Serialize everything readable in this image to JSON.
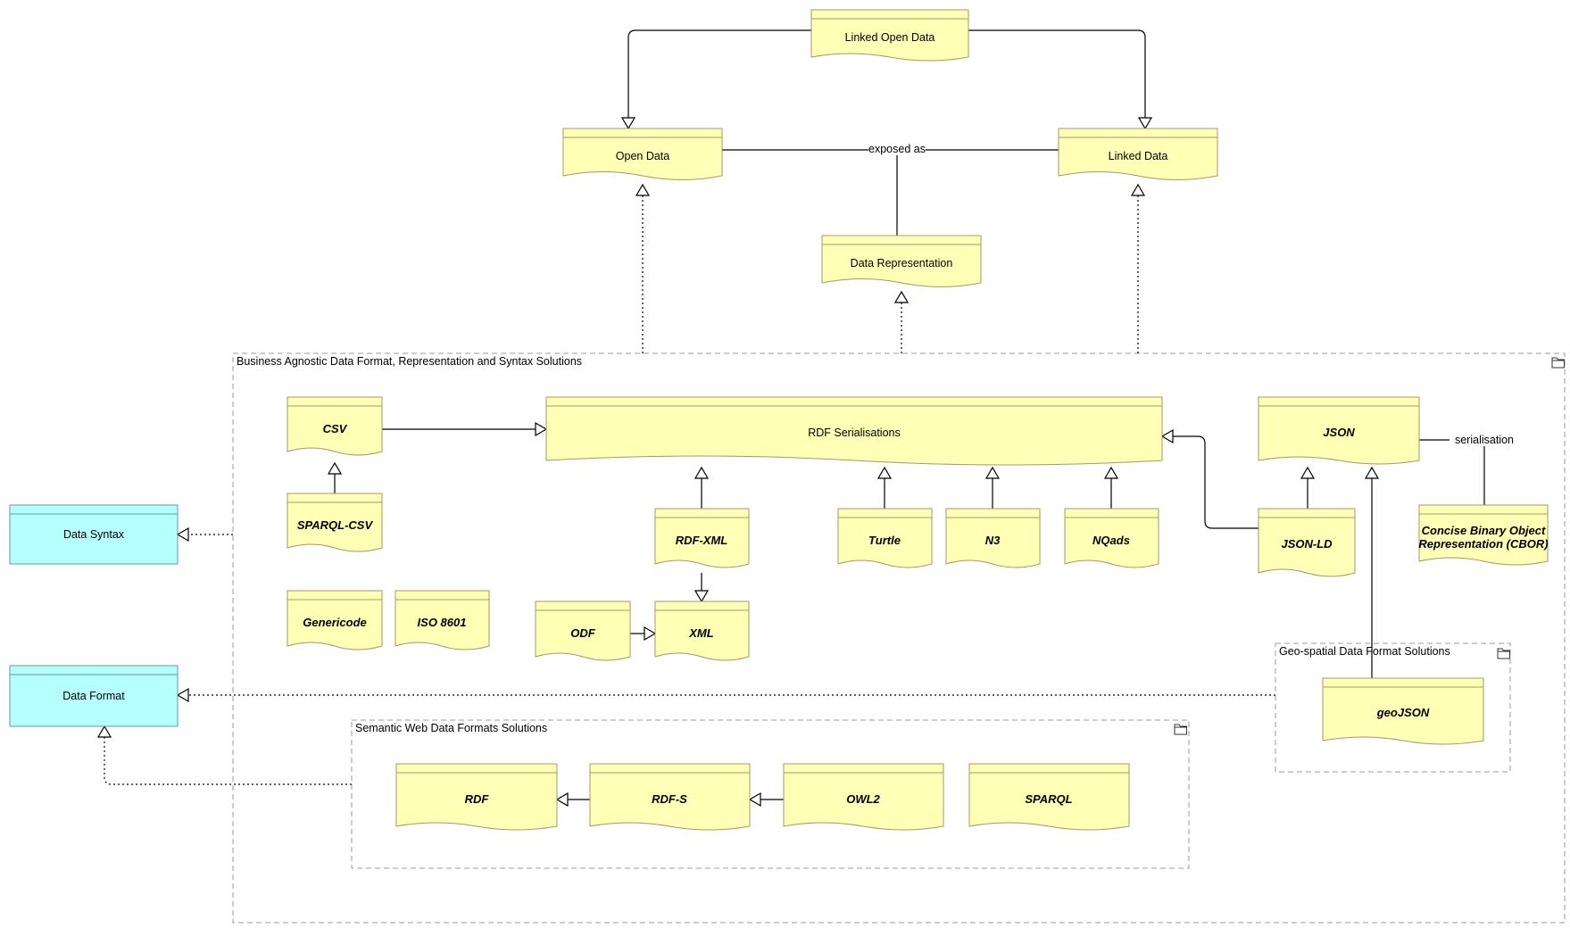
{
  "diagram": {
    "top": {
      "linked_open_data": "Linked Open Data",
      "open_data": "Open Data",
      "linked_data": "Linked Data",
      "data_representation": "Data Representation",
      "exposed_as": "exposed as"
    },
    "side": {
      "data_syntax": "Data Syntax",
      "data_format": "Data Format"
    },
    "groups": {
      "business_agnostic": "Business Agnostic Data Format, Representation and Syntax Solutions",
      "geo_spatial": "Geo-spatial Data Format Solutions",
      "semantic_web": "Semantic Web Data Formats Solutions"
    },
    "formats": {
      "csv": "CSV",
      "sparql_csv": "SPARQL-CSV",
      "rdf_serialisations": "RDF Serialisations",
      "rdf_xml": "RDF-XML",
      "turtle": "Turtle",
      "n3": "N3",
      "nquads": "NQads",
      "json": "JSON",
      "json_ld": "JSON-LD",
      "serialisation": "serialisation",
      "cbor_line1": "Concise Binary Object",
      "cbor_line2": "Representation (CBOR)",
      "genericode": "Genericode",
      "iso8601": "ISO 8601",
      "odf": "ODF",
      "xml": "XML",
      "geojson": "geoJSON",
      "rdf": "RDF",
      "rdf_s": "RDF-S",
      "owl2": "OWL2",
      "sparql": "SPARQL"
    },
    "colors": {
      "object_fill": "#ffffb5",
      "side_fill": "#b5ffff",
      "group_border": "#b0b0b0"
    }
  }
}
